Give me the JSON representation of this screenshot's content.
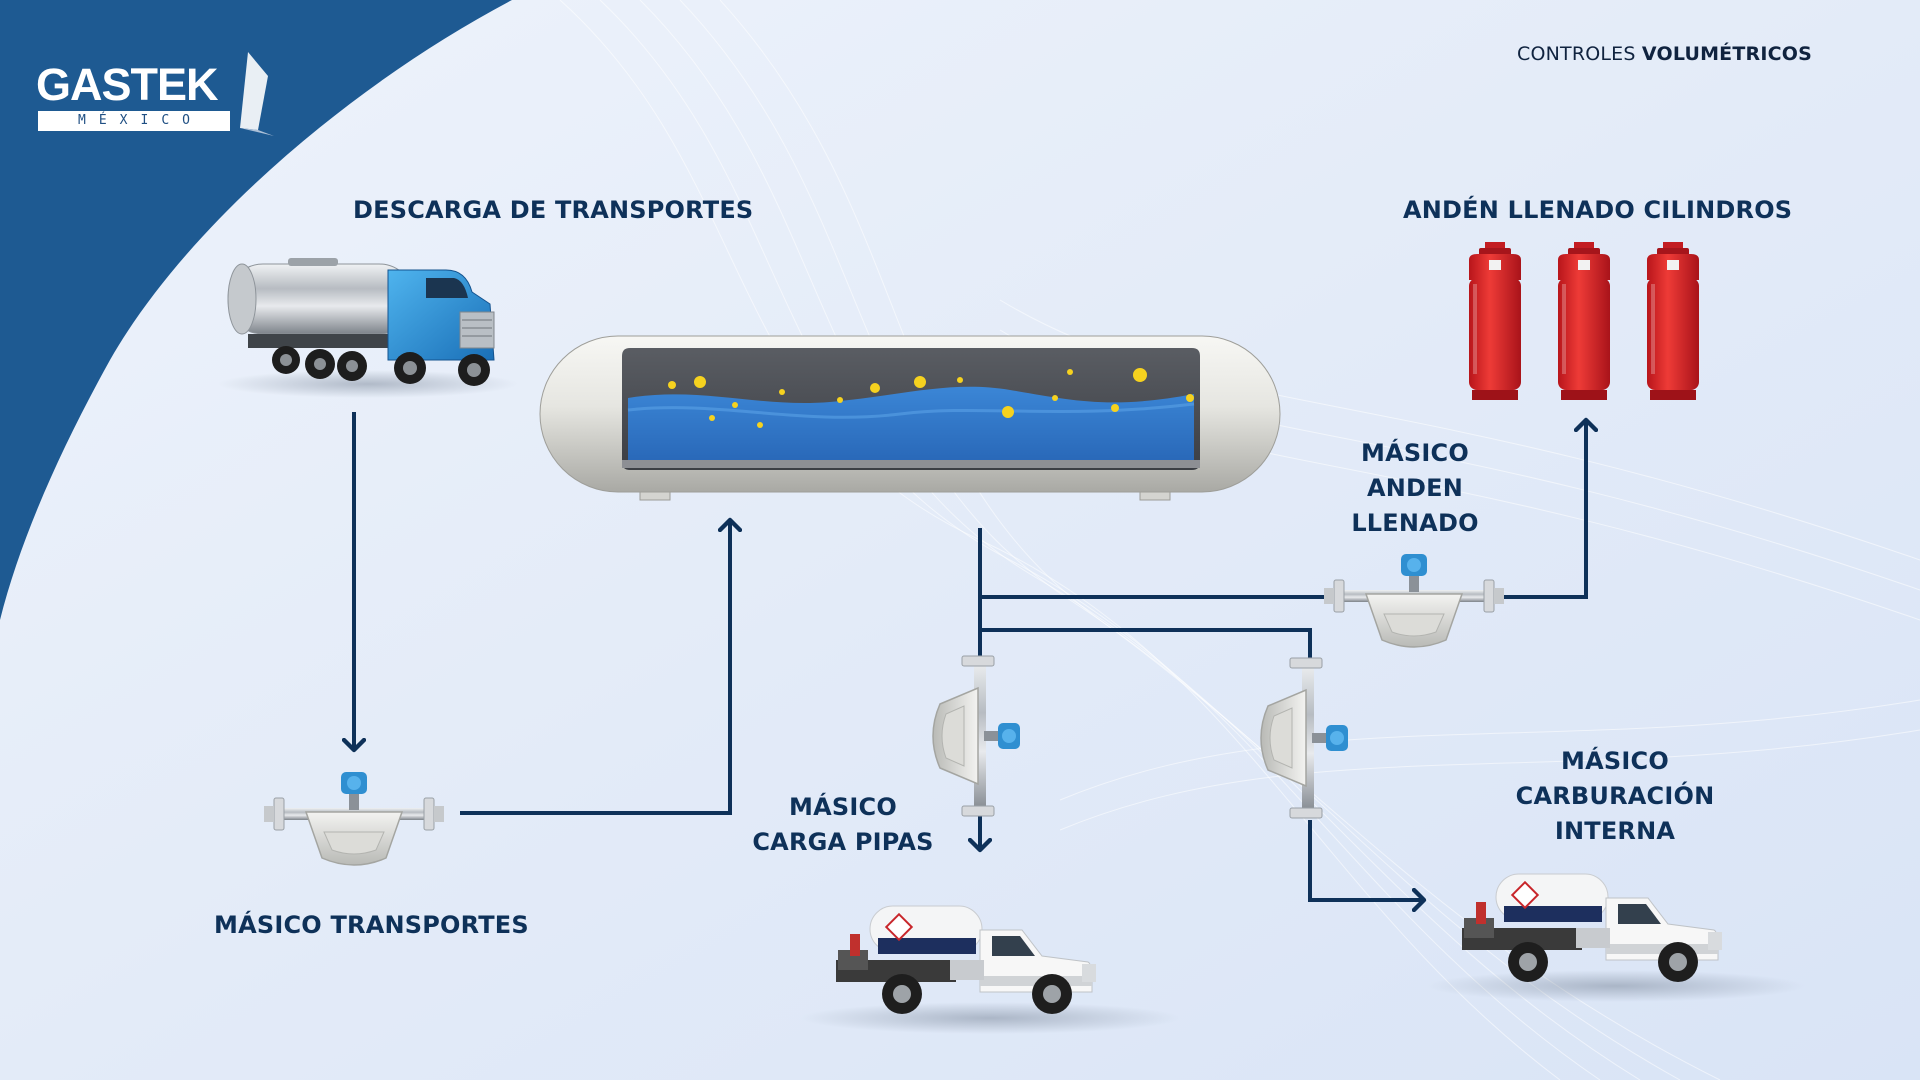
{
  "brand": {
    "logo_name": "GASTEK",
    "logo_sub": "MÉXICO",
    "colors": {
      "navy": "#1e5a92",
      "dark": "#0e3159",
      "background": "#e2ebf8"
    }
  },
  "header": {
    "prefix": "CONTROLES",
    "emphasis": "VOLUMÉTRICOS"
  },
  "labels": {
    "descarga": "DESCARGA DE TRANSPORTES",
    "anden_cilindros": "ANDÉN LLENADO CILINDROS",
    "masico_transportes": "MÁSICO TRANSPORTES",
    "masico_anden": "MÁSICO ANDEN LLENADO",
    "masico_pipas": "MÁSICO CARGA PIPAS",
    "masico_carburacion": "MÁSICO CARBURACIÓN INTERNA"
  },
  "icons": {
    "tanker": "tanker-truck-icon",
    "tank": "storage-tank-icon",
    "cylinder": "gas-cylinder-icon",
    "meter": "mass-flow-meter-icon",
    "pickup": "pipa-truck-icon"
  }
}
